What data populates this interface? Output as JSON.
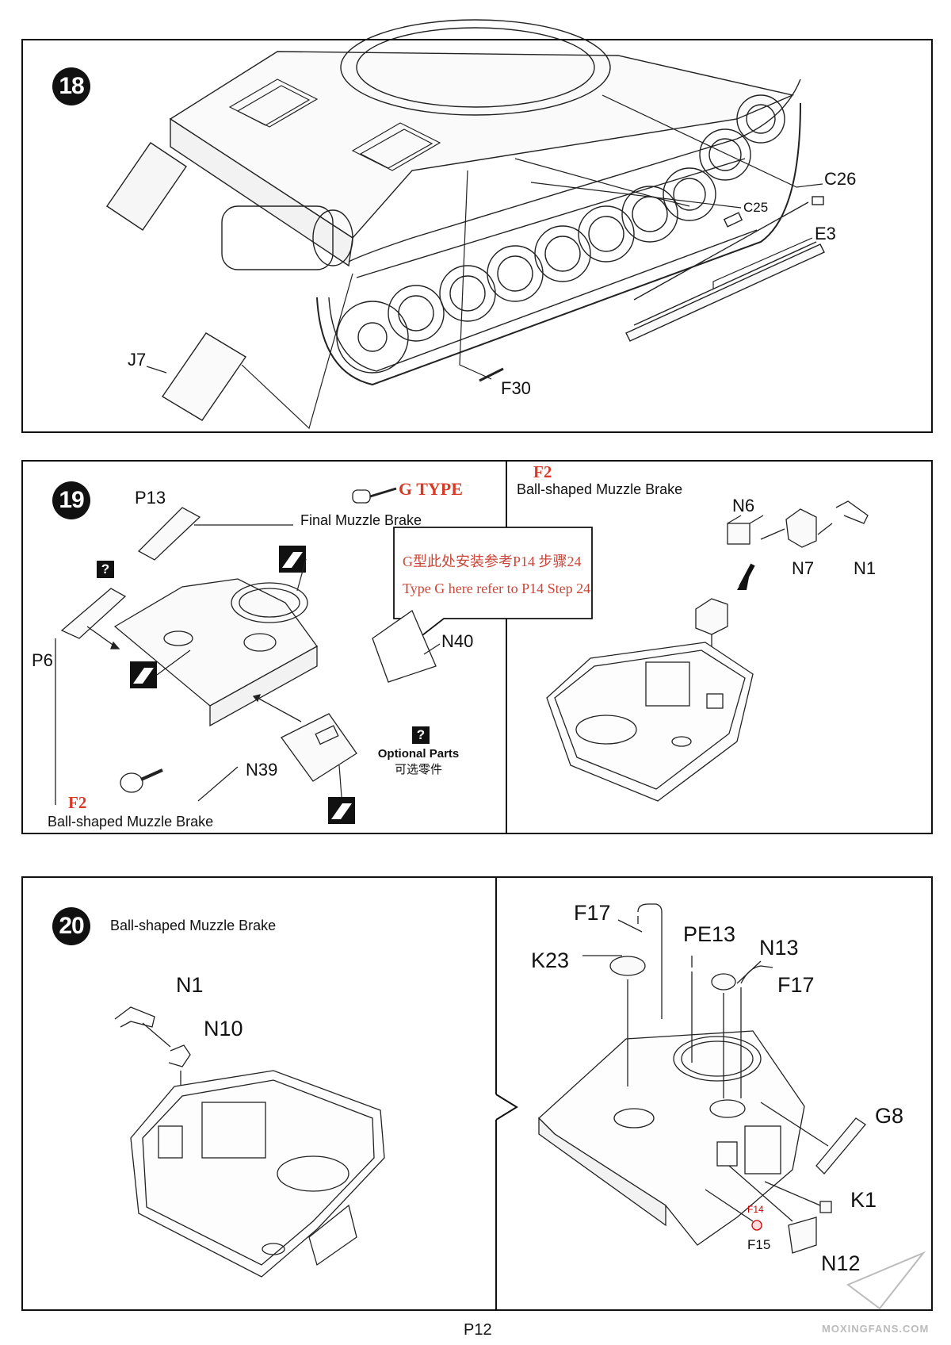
{
  "steps": {
    "s18": {
      "number": "18",
      "parts": [
        "C26",
        "C25",
        "E3",
        "J7",
        "F30"
      ]
    },
    "s19": {
      "number": "19",
      "g_type": "G TYPE",
      "final_muzzle": "Final Muzzle Brake",
      "callout_cn": "G型此处安装参考P14 步骤24",
      "callout_en": "Type G here refer to P14 Step 24",
      "f2": "F2",
      "ball_muzzle": "Ball-shaped Muzzle Brake",
      "parts": [
        "P13",
        "P6",
        "N40",
        "N39",
        "N6",
        "N7",
        "N1"
      ],
      "optional_en": "Optional Parts",
      "optional_cn": "可选零件",
      "question_mark": "?"
    },
    "s20": {
      "number": "20",
      "title": "Ball-shaped Muzzle Brake",
      "parts": [
        "N1",
        "N10",
        "F17",
        "PE13",
        "N13",
        "F17",
        "K23",
        "G8",
        "K1",
        "F14",
        "F15",
        "N12"
      ]
    }
  },
  "footer": {
    "page": "P12",
    "watermark": "MOXINGFANS.COM"
  }
}
